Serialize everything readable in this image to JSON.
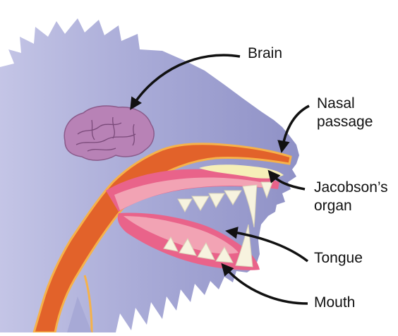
{
  "labels": {
    "brain": "Brain",
    "nasal_line1": "Nasal",
    "nasal_line2": "passage",
    "jacobson_line1": "Jacobson’s",
    "jacobson_line2": "organ",
    "tongue": "Tongue",
    "mouth": "Mouth"
  },
  "colors": {
    "head_fur": "#a7a9d6",
    "head_fur_light": "#c4c5e6",
    "brain": "#b882b6",
    "brain_outline": "#8a5a8a",
    "nasal_passage": "#e2622a",
    "passage_edge": "#f6b24a",
    "jacobsons_organ": "#f6efb8",
    "tongue": "#f2a3b4",
    "gum": "#e9638a",
    "teeth": "#f7f3df",
    "arrow": "#111111"
  }
}
